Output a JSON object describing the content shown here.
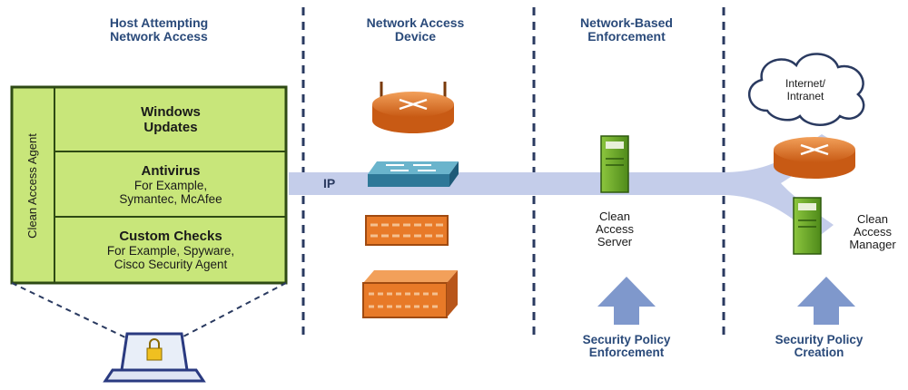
{
  "columns": {
    "host": "Host Attempting\nNetwork Access",
    "nad": "Network Access\nDevice",
    "nbe": "Network-Based\nEnforcement"
  },
  "agent": {
    "side_label": "Clean Access Agent",
    "windows_updates": "Windows\nUpdates",
    "antivirus_title": "Antivirus",
    "antivirus_sub": "For Example,\nSymantec, McAfee",
    "custom_title": "Custom Checks",
    "custom_sub": "For Example, Spyware,\nCisco Security Agent"
  },
  "flow": {
    "ip_label": "IP"
  },
  "servers": {
    "cas_label": "Clean\nAccess\nServer",
    "cam_label": "Clean\nAccess\nManager"
  },
  "cloud_label": "Internet/\nIntranet",
  "policies": {
    "enforcement": "Security Policy\nEnforcement",
    "creation": "Security Policy\nCreation"
  },
  "colors": {
    "agent_green": "#c8e67a",
    "dark_green": "#2e4a14",
    "flow_band": "#c4cdea",
    "router_orange": "#e87a28",
    "switch_teal": "#3a8aa8",
    "server_green": "#6aa82a",
    "arrow_blue": "#7f98cc",
    "heading_blue": "#2a4a7a"
  }
}
